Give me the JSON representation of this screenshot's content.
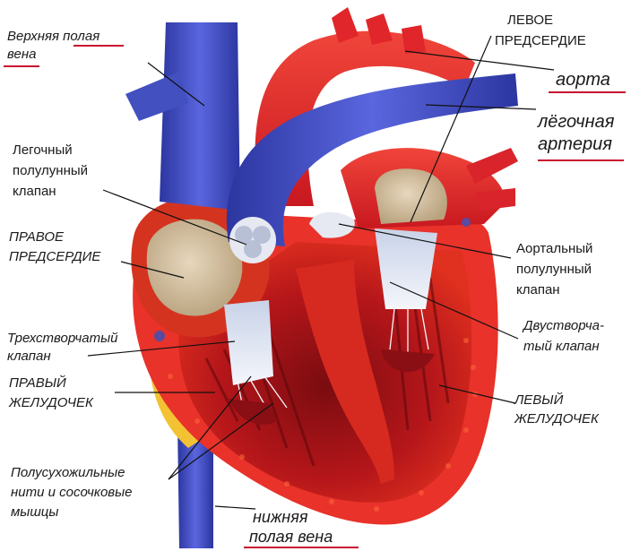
{
  "labels": {
    "svc_line1": "Верхняя полая",
    "svc_line2": "вена",
    "pulm_valve_line1": "Легочный",
    "pulm_valve_line2": "полулунный",
    "pulm_valve_line3": "клапан",
    "ra_line1": "ПРАВОЕ",
    "ra_line2": "ПРЕДСЕРДИЕ",
    "tricuspid_line1": "Трехстворчатый",
    "tricuspid_line2": "клапан",
    "rv_line1": "ПРАВЫЙ",
    "rv_line2": "ЖЕЛУДОЧЕК",
    "chordae_line1": "Полусухожильные",
    "chordae_line2": "нити и сосочковые",
    "chordae_line3": "мышцы",
    "ivc_line1": "нижняя",
    "ivc_line2": "полая вена",
    "la_line1": "ЛЕВОЕ",
    "la_line2": "ПРЕДСЕРДИЕ",
    "aorta": "аорта",
    "pulm_artery_line1": "лёгочная",
    "pulm_artery_line2": "артерия",
    "aortic_valve_line1": "Аортальный",
    "aortic_valve_line2": "полулунный",
    "aortic_valve_line3": "клапан",
    "mitral_line1": "Двустворча-",
    "mitral_line2": "тый клапан",
    "lv_line1": "ЛЕВЫЙ",
    "lv_line2": "ЖЕЛУДОЧЕК"
  },
  "colors": {
    "vein_blue": "#4a55c8",
    "artery_red": "#e8202a",
    "muscle_dark": "#9e1418",
    "muscle_mid": "#d02a1e",
    "valve_white": "#dfe6f0",
    "fat_yellow": "#f2c233",
    "underline_red": "#c8102e"
  }
}
